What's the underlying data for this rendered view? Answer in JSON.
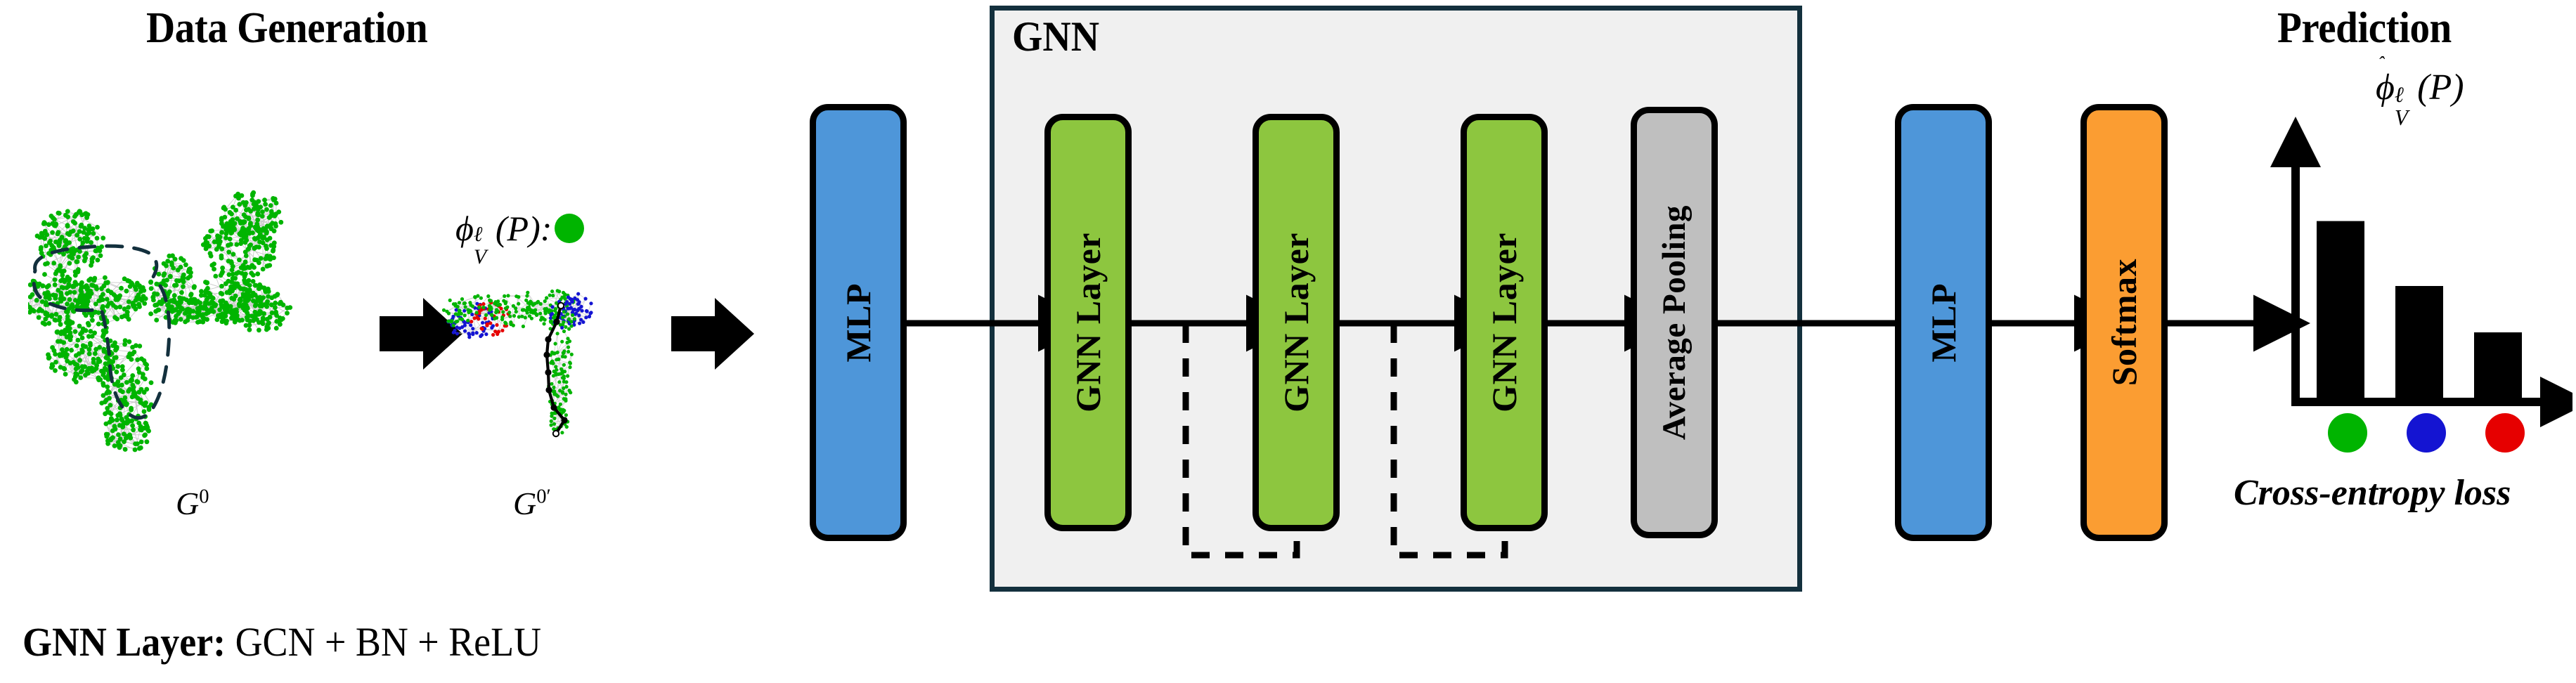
{
  "headings": {
    "data_generation": "Data Generation",
    "prediction": "Prediction"
  },
  "gnn_container": {
    "label": "GNN"
  },
  "pipeline": {
    "blocks": [
      {
        "name": "mlp-1",
        "label": "MLP",
        "color": "#4e96d9"
      },
      {
        "name": "gnn-layer-1",
        "label": "GNN Layer",
        "color": "#8dc63f"
      },
      {
        "name": "gnn-layer-2",
        "label": "GNN Layer",
        "color": "#8dc63f"
      },
      {
        "name": "gnn-layer-3",
        "label": "GNN Layer",
        "color": "#8dc63f"
      },
      {
        "name": "average-pooling",
        "label": "Average Pooling",
        "color": "#bfbfbf"
      },
      {
        "name": "mlp-2",
        "label": "MLP",
        "color": "#4e96d9"
      },
      {
        "name": "softmax",
        "label": "Softmax",
        "color": "#fb9d32"
      }
    ]
  },
  "data_generation": {
    "graph_before": {
      "label": "G",
      "superscript": "0"
    },
    "graph_after": {
      "label": "G",
      "superscript": "0′"
    },
    "phi_legend": {
      "symbol": "ϕ",
      "superscript": "ℓ",
      "subscript": "V",
      "argument": "(P)",
      "separator": ":",
      "dot_color": "#00b400"
    },
    "node_colors": {
      "green": "#00b400",
      "blue": "#1414d2",
      "red": "#e60000"
    },
    "edge_color": "#c8c8c8",
    "highlight_outline_color": "#13303d",
    "path_color": "#000000"
  },
  "prediction": {
    "axis_label": {
      "symbol": "ϕ",
      "hat": "̂",
      "superscript": "ℓ",
      "subscript": "V",
      "argument": "(P)"
    },
    "loss_label": "Cross-entropy loss",
    "class_dots": [
      {
        "name": "class-dot-green",
        "color": "#00b400"
      },
      {
        "name": "class-dot-blue",
        "color": "#1414d2"
      },
      {
        "name": "class-dot-red",
        "color": "#e60000"
      }
    ]
  },
  "footnote": {
    "bold_part": "GNN Layer:",
    "rest": " GCN + BN + ReLU"
  },
  "chart_data": {
    "type": "bar",
    "title": "",
    "categories": [
      "green",
      "blue",
      "red"
    ],
    "values": [
      0.78,
      0.5,
      0.3
    ],
    "ylabel": "ϕ̂_V^ℓ(P)",
    "xlabel": "",
    "ylim": [
      0,
      1
    ],
    "grid": false,
    "bar_color": "#000000",
    "category_marker_colors": [
      "#00b400",
      "#1414d2",
      "#e60000"
    ]
  }
}
